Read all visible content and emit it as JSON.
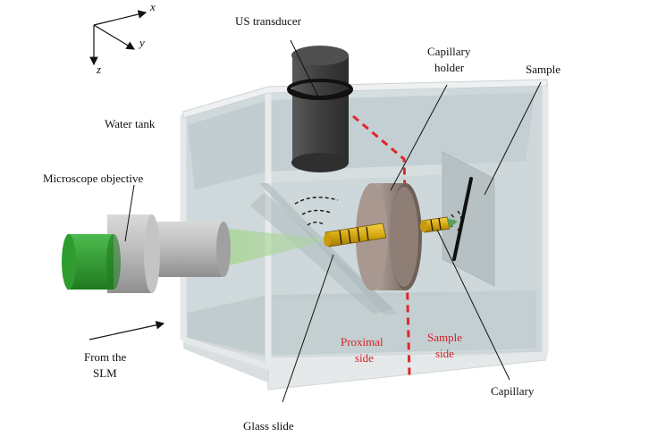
{
  "axes": {
    "x": "x",
    "y": "y",
    "z": "z"
  },
  "labels": {
    "us_transducer": "US transducer",
    "capillary_holder_line1": "Capillary",
    "capillary_holder_line2": "holder",
    "sample": "Sample",
    "water_tank": "Water tank",
    "microscope_objective": "Microscope objective",
    "from_slm_line1": "From the",
    "from_slm_line2": "SLM",
    "proximal_line1": "Proximal",
    "proximal_line2": "side",
    "sample_side_line1": "Sample",
    "sample_side_line2": "side",
    "capillary": "Capillary",
    "glass_slide": "Glass slide"
  },
  "colors": {
    "tank_water": "#c9d3d6",
    "tank_top": "#b8c6c9",
    "tank_edge": "#dfe3e4",
    "transducer": "#4a4a4a",
    "objective_body": "#b9b9b9",
    "objective_lens": "#2f9c2f",
    "holder": "#9a8a82",
    "capillary": "#e0b418",
    "divider": "#e0262a",
    "beam": "#9fce8a"
  }
}
